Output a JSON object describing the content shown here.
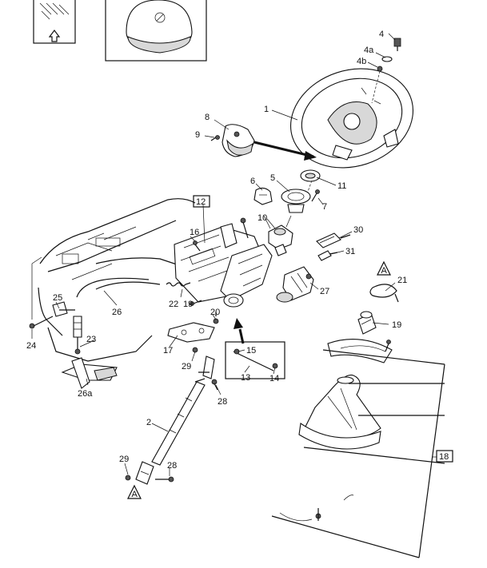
{
  "callouts": [
    {
      "id": "c1",
      "text": "1"
    },
    {
      "id": "c2",
      "text": "2"
    },
    {
      "id": "c4",
      "text": "4"
    },
    {
      "id": "c4a",
      "text": "4a"
    },
    {
      "id": "c4b",
      "text": "4b"
    },
    {
      "id": "c5",
      "text": "5"
    },
    {
      "id": "c6",
      "text": "6"
    },
    {
      "id": "c7",
      "text": "7"
    },
    {
      "id": "c8",
      "text": "8"
    },
    {
      "id": "c9",
      "text": "9"
    },
    {
      "id": "c10",
      "text": "10"
    },
    {
      "id": "c11",
      "text": "11"
    },
    {
      "id": "c12",
      "text": "12"
    },
    {
      "id": "c13",
      "text": "13"
    },
    {
      "id": "c14",
      "text": "14"
    },
    {
      "id": "c15",
      "text": "15"
    },
    {
      "id": "c16",
      "text": "16"
    },
    {
      "id": "c17",
      "text": "17"
    },
    {
      "id": "c18",
      "text": "18"
    },
    {
      "id": "c19",
      "text": "19"
    },
    {
      "id": "c19b",
      "text": "19"
    },
    {
      "id": "c20",
      "text": "20"
    },
    {
      "id": "c21",
      "text": "21"
    },
    {
      "id": "c22",
      "text": "22"
    },
    {
      "id": "c23",
      "text": "23"
    },
    {
      "id": "c24",
      "text": "24"
    },
    {
      "id": "c25",
      "text": "25"
    },
    {
      "id": "c26",
      "text": "26"
    },
    {
      "id": "c26a",
      "text": "26a"
    },
    {
      "id": "c27",
      "text": "27"
    },
    {
      "id": "c28",
      "text": "28"
    },
    {
      "id": "c28b",
      "text": "28"
    },
    {
      "id": "c29",
      "text": "29"
    },
    {
      "id": "c29b",
      "text": "29"
    },
    {
      "id": "c30",
      "text": "30"
    },
    {
      "id": "c31",
      "text": "31"
    }
  ],
  "markers": {
    "detail_a_top": "A",
    "detail_a_bottom": "A"
  }
}
